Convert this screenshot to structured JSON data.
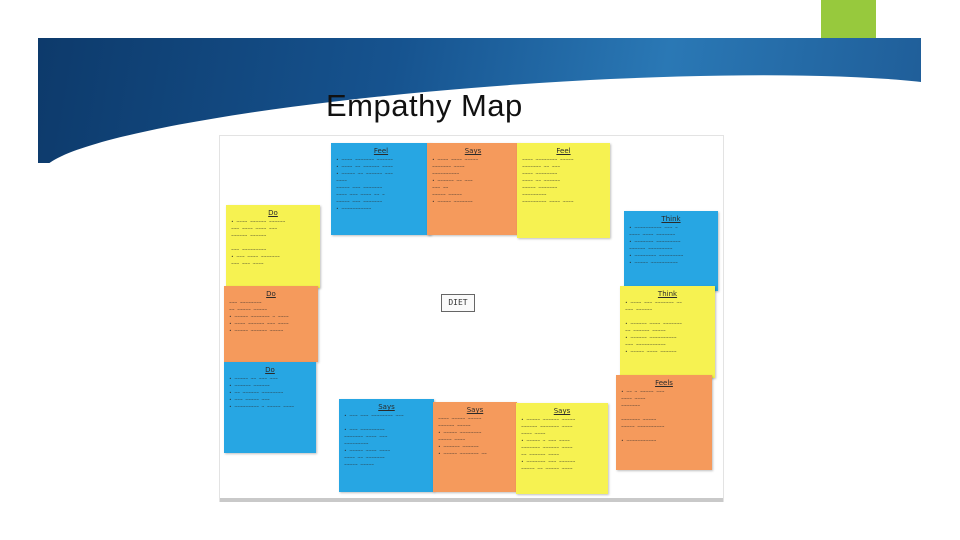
{
  "slide": {
    "title": "Empathy Map"
  },
  "colors": {
    "banner": "#16538f",
    "accent": "#97c93d",
    "blue_note": "#27a6e3",
    "orange_note": "#f59a5c",
    "yellow_note": "#f6f251"
  },
  "board": {
    "center_label": "DIET",
    "notes": [
      {
        "color": "blue",
        "heading": "Feel",
        "lines": [
          "• ~~~~ ~~~~~~~ ~~~~~~",
          "• ~~~~ ~~ ~~~~~~ ~~~~",
          "• ~~~~~ ~~ ~~~~~~ ~~~",
          "  ~~~~",
          "  ~~~~~ ~~~ ~~~~~~~",
          "  ~~~~ ~~~ ~~~~ ~~ ~",
          "  ~~~~~ ~~~ ~~~~~~~",
          "• ~~~~~~~~~~~"
        ]
      },
      {
        "color": "orange",
        "heading": "Says",
        "lines": [
          "• ~~~~ ~~~~ ~~~~~",
          "  ~~~~~~~ ~~~~",
          "  ~~~~~~~~~~",
          "• ~~~~~~ ~~ ~~~",
          "  ~~~ ~~",
          "  ~~~~~ ~~~~~",
          "• ~~~~~ ~~~~~~~"
        ]
      },
      {
        "color": "yellow",
        "heading": "Feel",
        "lines": [
          "~~~~ ~~~~~~~~ ~~~~~",
          "~~~~~~~ ~~ ~~~",
          "~~~~ ~~~~~~~~",
          "~~~~ ~~ ~~~~~~",
          "~~~~~ ~~~~~~~",
          "~~~~~~~~~",
          "~~~~~~~~~ ~~~~ ~~~~"
        ]
      },
      {
        "color": "yellow",
        "heading": "Do",
        "lines": [
          "• ~~~~ ~~~~~~ ~~~~~~",
          "  ~~~ ~~~~ ~~~~ ~~~",
          "  ~~~~~~ ~~~~~~",
          "",
          "  ~~~ ~~~~~~~~~",
          "• ~~~ ~~~~ ~~~~~~~",
          "  ~~~ ~~~ ~~~~"
        ]
      },
      {
        "color": "orange",
        "heading": "Do",
        "lines": [
          "~~~ ~~~~~~~~",
          "~~ ~~~~~ ~~~~~",
          "• ~~~~~ ~~~~~~~ ~ ~~~~",
          "• ~~~~ ~~~~~~ ~~~ ~~~~",
          "• ~~~~~ ~~~~~~ ~~~~~"
        ]
      },
      {
        "color": "blue",
        "heading": "Do",
        "lines": [
          "• ~~~~~ ~~ ~~~ ~~~",
          "• ~~~~~~ ~~~~~~",
          "• ~~ ~~~~~~ ~~~~~~~~",
          "• ~~~ ~~~~~ ~~~",
          "• ~~~~~~~~~ ~ ~~~~~ ~~~~"
        ]
      },
      {
        "color": "blue",
        "heading": "Think",
        "lines": [
          "• ~~~~~~~~~~ ~~~ ~",
          "  ~~~~ ~~~~ ~~~~~~~",
          "• ~~~~~~~ ~~~~~~~~~",
          "  ~~~~~~ ~~~~~~~~~",
          "• ~~~~~~~~ ~~~~~~~~~",
          "• ~~~~~ ~~~~~~~~~~"
        ]
      },
      {
        "color": "yellow",
        "heading": "Think",
        "lines": [
          "• ~~~~ ~~~ ~~~~~~~ ~~",
          "  ~~~ ~~~~~~",
          "",
          "• ~~~~~~ ~~~~ ~~~~~~~",
          "  ~~ ~~~~~~ ~~~~~",
          "• ~~~~~~ ~~~~~~~~~~",
          "  ~~~ ~~~~~~~~~~~",
          "• ~~~~~ ~~~~ ~~~~~~"
        ]
      },
      {
        "color": "orange",
        "heading": "Feels",
        "lines": [
          "• ~~ ~ ~~~~~ ~~~",
          "  ~~~~ ~~~~",
          "  ~~~~~~~",
          "",
          "  ~~~~~~~ ~~~~~",
          "  ~~~~~ ~~~~~~~~~~",
          "",
          "• ~~~~~~~~~~~"
        ]
      },
      {
        "color": "blue",
        "heading": "Says",
        "lines": [
          "• ~~~ ~~~ ~~~~~~~~ ~~~",
          "",
          "• ~~~ ~~~~~~~~~",
          "  ~~~~~~~ ~~~~ ~~~",
          "  ~~~~~~~~~",
          "• ~~~~~ ~~~~ ~~~~",
          "  ~~~~ ~~ ~~~~~~~",
          "  ~~~~~ ~~~~~"
        ]
      },
      {
        "color": "orange",
        "heading": "Says",
        "lines": [
          "~~~~ ~~~~~ ~~~~~",
          "  ~~~~~~ ~~~~~",
          "• ~~~~~ ~~~~~~~~",
          "  ~~~~~ ~~~~",
          "• ~~~~~~ ~~~~~~",
          "• ~~~~~ ~~~~~~~ ~~"
        ]
      },
      {
        "color": "yellow",
        "heading": "Says",
        "lines": [
          "• ~~~~~ ~~~~~~ ~~~~~",
          "  ~~~~~~ ~~~~~~~ ~~~~",
          "  ~~~~ ~~~~",
          "• ~~~~~ ~ ~~~ ~~~~",
          "  ~~~~~~~ ~~~~~~ ~~~~",
          "  ~~ ~~~~~~ ~~~~",
          "• ~~~~~~~ ~~~ ~~~~~~",
          "  ~~~~~ ~~ ~~~~~ ~~~~"
        ]
      }
    ]
  }
}
